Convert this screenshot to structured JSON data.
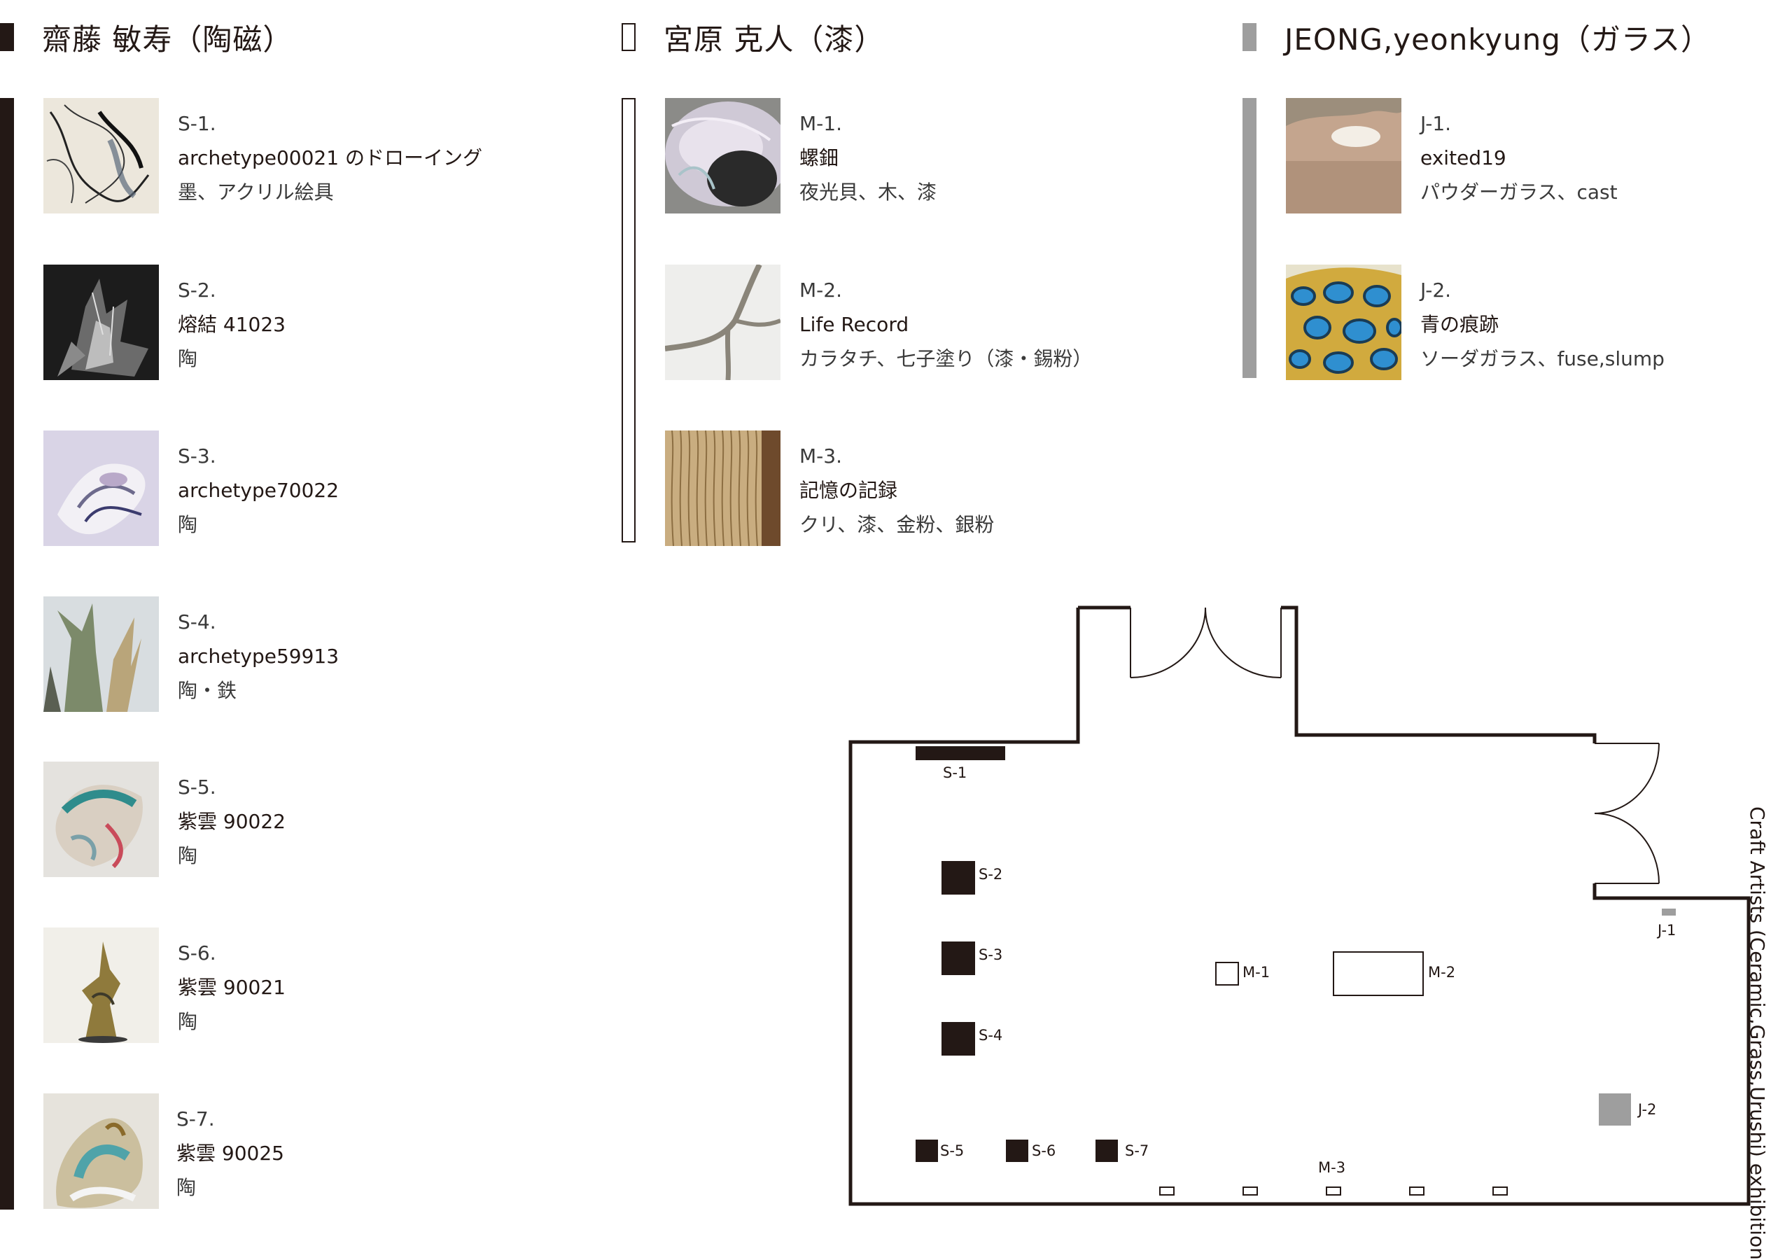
{
  "colors": {
    "saito": "#231815",
    "miyahara_outline": "#231815",
    "jeong": "#9e9e9e"
  },
  "artists": [
    {
      "name": "齋藤 敏寿（陶磁）",
      "works": [
        {
          "code": "S-1.",
          "title": "archetype00021 のドローイング",
          "material": "墨、アクリル絵具"
        },
        {
          "code": "S-2.",
          "title": "熔結 41023",
          "material": "陶"
        },
        {
          "code": "S-3.",
          "title": "archetype70022",
          "material": "陶"
        },
        {
          "code": "S-4.",
          "title": "archetype59913",
          "material": "陶・鉄"
        },
        {
          "code": "S-5.",
          "title": "紫雲 90022",
          "material": "陶"
        },
        {
          "code": "S-6.",
          "title": "紫雲 90021",
          "material": "陶"
        },
        {
          "code": "S-7.",
          "title": "紫雲 90025",
          "material": "陶"
        }
      ]
    },
    {
      "name": "宮原 克人（漆）",
      "works": [
        {
          "code": "M-1.",
          "title": "螺鈿",
          "material": "夜光貝、木、漆"
        },
        {
          "code": "M-2.",
          "title": "Life Record",
          "material": "カラタチ、七子塗り（漆・錫粉）"
        },
        {
          "code": "M-3.",
          "title": "記憶の記録",
          "material": "クリ、漆、金粉、銀粉"
        }
      ]
    },
    {
      "name": "JEONG,yeonkyung（ガラス）",
      "works": [
        {
          "code": "J-1.",
          "title": "exited19",
          "material": "パウダーガラス、cast"
        },
        {
          "code": "J-2.",
          "title": "青の痕跡",
          "material": "ソーダガラス、fuse,slump"
        }
      ]
    }
  ],
  "floor_plan": {
    "labels": [
      "S-1",
      "S-2",
      "S-3",
      "S-4",
      "S-5",
      "S-6",
      "S-7",
      "M-1",
      "M-2",
      "M-3",
      "J-1",
      "J-2"
    ]
  },
  "side_title": "Craft Artists (Ceramic,Grass,Urushi) exhibition"
}
